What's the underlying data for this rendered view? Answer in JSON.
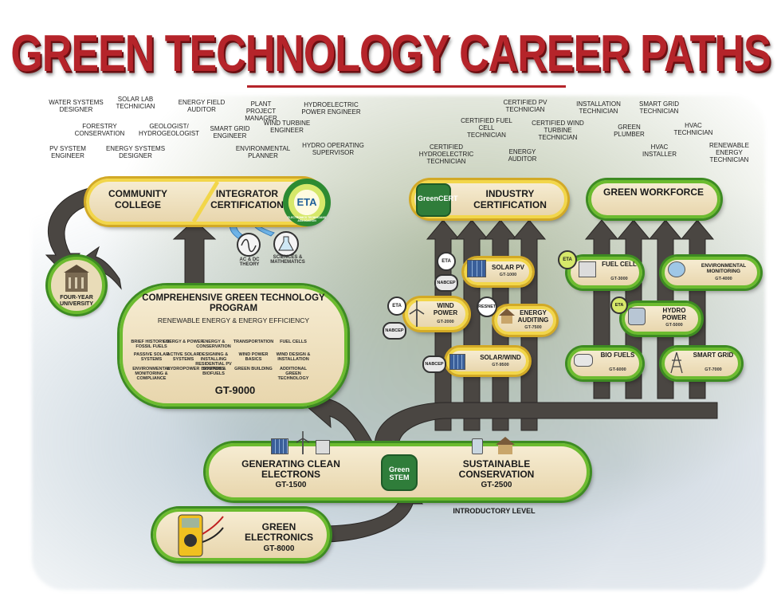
{
  "title": "GREEN TECHNOLOGY CAREER PATHS",
  "careers": [
    {
      "id": "water-systems-designer",
      "text": "WATER SYSTEMS DESIGNER"
    },
    {
      "id": "solar-lab-technician",
      "text": "SOLAR LAB TECHNICIAN"
    },
    {
      "id": "energy-field-auditor",
      "text": "ENERGY FIELD AUDITOR"
    },
    {
      "id": "plant-project-manager",
      "text": "PLANT PROJECT MANAGER"
    },
    {
      "id": "hydroelectric-power-engineer",
      "text": "HYDROELECTRIC POWER ENGINEER"
    },
    {
      "id": "forestry-conservation",
      "text": "FORESTRY CONSERVATION"
    },
    {
      "id": "geologist-hydrogeologist",
      "text": "GEOLOGIST/ HYDROGEOLOGIST"
    },
    {
      "id": "smart-grid-engineer",
      "text": "SMART GRID ENGINEER"
    },
    {
      "id": "wind-turbine-engineer",
      "text": "WIND TURBINE ENGINEER"
    },
    {
      "id": "pv-system-engineer",
      "text": "PV SYSTEM ENGINEER"
    },
    {
      "id": "energy-systems-designer",
      "text": "ENERGY SYSTEMS DESIGNER"
    },
    {
      "id": "environmental-planner",
      "text": "ENVIRONMENTAL PLANNER"
    },
    {
      "id": "hydro-operating-supervisor",
      "text": "HYDRO OPERATING SUPERVISOR"
    },
    {
      "id": "certified-hydroelectric-technician",
      "text": "CERTIFIED HYDROELECTRIC TECHNICIAN"
    },
    {
      "id": "certified-fuel-cell-technician",
      "text": "CERTIFIED FUEL CELL TECHNICIAN"
    },
    {
      "id": "certified-pv-technician",
      "text": "CERTIFIED PV TECHNICIAN"
    },
    {
      "id": "certified-wind-turbine-technician",
      "text": "CERTIFIED WIND TURBINE TECHNICIAN"
    },
    {
      "id": "energy-auditor",
      "text": "ENERGY AUDITOR"
    },
    {
      "id": "installation-technician",
      "text": "INSTALLATION TECHNICIAN"
    },
    {
      "id": "smart-grid-technician",
      "text": "SMART GRID TECHNICIAN"
    },
    {
      "id": "green-plumber",
      "text": "GREEN PLUMBER"
    },
    {
      "id": "hvac-technician",
      "text": "HVAC TECHNICIAN"
    },
    {
      "id": "hvac-installer",
      "text": "HVAC INSTALLER"
    },
    {
      "id": "renewable-energy-technician",
      "text": "RENEWABLE ENERGY TECHNICIAN"
    }
  ],
  "community_college": "COMMUNITY COLLEGE",
  "integrator_certification": "INTEGRATOR CERTIFICATION",
  "eta_badge": "ETA",
  "eta_ring": "ELECTRONICS TECHNICIANS ASSOCIATION",
  "industry_certification": "INDUSTRY CERTIFICATION",
  "green_cert": "GreenCERT",
  "green_workforce": "GREEN WORKFORCE",
  "prereq": {
    "ac_dc": "AC & DC THEORY",
    "sci_math": "SCIENCES & MATHEMATICS"
  },
  "four_year_university": "FOUR-YEAR UNIVERSITY",
  "program": {
    "title": "COMPREHENSIVE GREEN TECHNOLOGY PROGRAM",
    "subtitle": "RENEWABLE ENERGY & ENERGY EFFICIENCY",
    "code": "GT-9000",
    "topics": [
      "BRIEF HISTORY OF FOSSIL FUELS",
      "ENERGY & POWER",
      "ENERGY & CONSERVATION",
      "TRANSPORTATION",
      "FUEL CELLS",
      "PASSIVE SOLAR SYSTEMS",
      "ACTIVE SOLAR SYSTEMS",
      "DESIGNING & INSTALLING RESIDENTIAL PV SYSTEMS",
      "WIND POWER BASICS",
      "WIND DESIGN & INSTALLATION",
      "ENVIRONMENTAL MONITORING & COMPLIANCE",
      "HYDROPOWER",
      "BIOMASS & BIOFUELS",
      "GREEN BUILDING",
      "ADDITIONAL GREEN TECHNOLOGY"
    ]
  },
  "courses": {
    "solar_pv": {
      "name": "SOLAR PV",
      "code": "GT-1000"
    },
    "wind_power": {
      "name": "WIND POWER",
      "code": "GT-2000"
    },
    "energy_auditing": {
      "name": "ENERGY AUDITING",
      "code": "GT-7500"
    },
    "solar_wind": {
      "name": "SOLAR/WIND",
      "code": "GT-9500"
    },
    "fuel_cell": {
      "name": "FUEL CELL",
      "code": "GT-3000"
    },
    "environmental_monitoring": {
      "name": "ENVIRONMENTAL MONITORING",
      "code": "GT-4000"
    },
    "hydro_power": {
      "name": "HYDRO POWER",
      "code": "GT-5000"
    },
    "bio_fuels": {
      "name": "BIO FUELS",
      "code": "GT-6000"
    },
    "smart_grid": {
      "name": "SMART GRID",
      "code": "GT-7000"
    },
    "generating": {
      "name": "GENERATING CLEAN ELECTRONS",
      "code": "GT-1500"
    },
    "sustainable": {
      "name": "SUSTAINABLE CONSERVATION",
      "code": "GT-2500"
    },
    "green_electronics": {
      "name": "GREEN ELECTRONICS",
      "code": "GT-8000"
    }
  },
  "nabcep": "NABCEP",
  "resnet": "RESNET",
  "green_stem": "Green STEM",
  "introductory_level": "INTRODUCTORY LEVEL",
  "colors": {
    "title_red": "#b5242a",
    "pill_green": "#6cbb2f",
    "pill_yellow": "#f2d64a",
    "arrow": "#4a4642",
    "cream": "#efe2c0"
  }
}
